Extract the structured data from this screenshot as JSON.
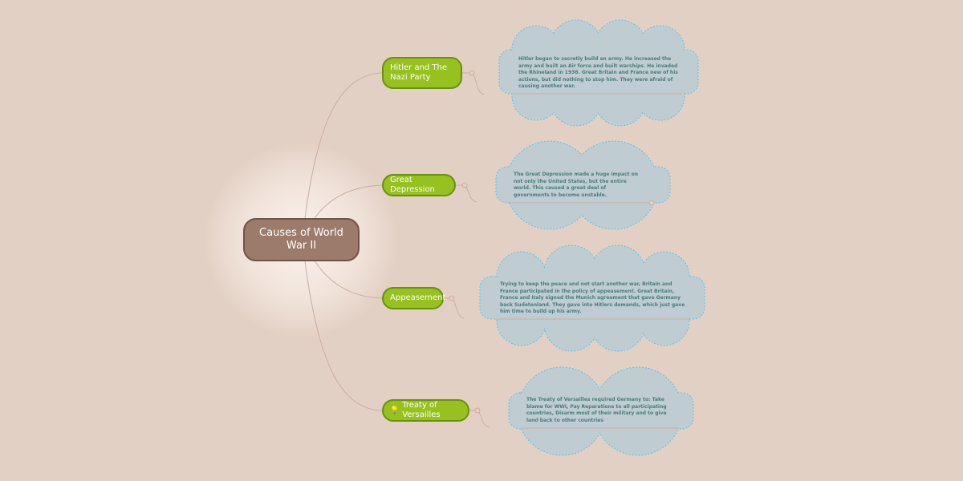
{
  "central": {
    "label": "Causes of World War II"
  },
  "topics": [
    {
      "label": "Hitler and The Nazi Party",
      "note": "Hitler began to secretly build an army. He increased the army and built an Air force and built warships. He invaded the Rhineland in 1938. Great Britain and France new of his actions, but did nothing to stop him. They were afraid of causing another war."
    },
    {
      "label": "Great Depression",
      "note": "The Great Depression made a huge impact on not only the United States, but the entire world.  This caused a great deal of governments to become unstable."
    },
    {
      "label": "Appeasement",
      "note": "Trying to keep the peace and not start another war, Britain and France participated in the policy of appeasement. Great Britain, France and Italy signed the Munich agreement that gave Germany back Sudetenland. They gave into Hitlers demands, which just gave him time to build up his army."
    },
    {
      "label": "Treaty of Versailles",
      "icon": "lightbulb-icon",
      "note": "The Treaty of Versailles required Germany to: Take blame for WWI, Pay Reparations to all participating countries, Disarm most of their military and to give land back to other countries"
    }
  ],
  "colors": {
    "background": "#e3d0c4",
    "central": "#9c7b6b",
    "topic": "#96c11f",
    "cloud": "#bfcdd2",
    "cloud_border": "#5bc0ea"
  }
}
